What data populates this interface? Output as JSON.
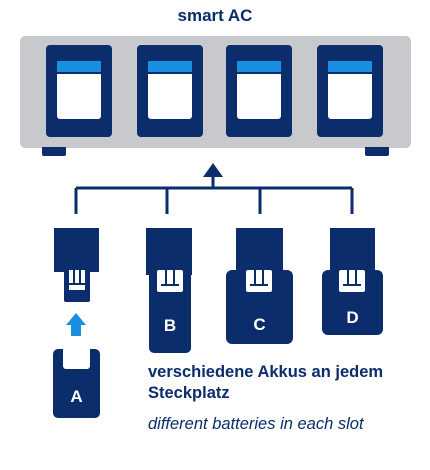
{
  "title": "smart AC",
  "batteries": [
    {
      "letter": "A"
    },
    {
      "letter": "B"
    },
    {
      "letter": "C"
    },
    {
      "letter": "D"
    }
  ],
  "caption": {
    "german": "verschiedene Akkus an jedem Steckplatz",
    "english": "different batteries in each slot"
  },
  "colors": {
    "navy": "#0b2d6b",
    "accent_blue": "#1a8fe0",
    "charger_gray": "#c7c9cc"
  }
}
